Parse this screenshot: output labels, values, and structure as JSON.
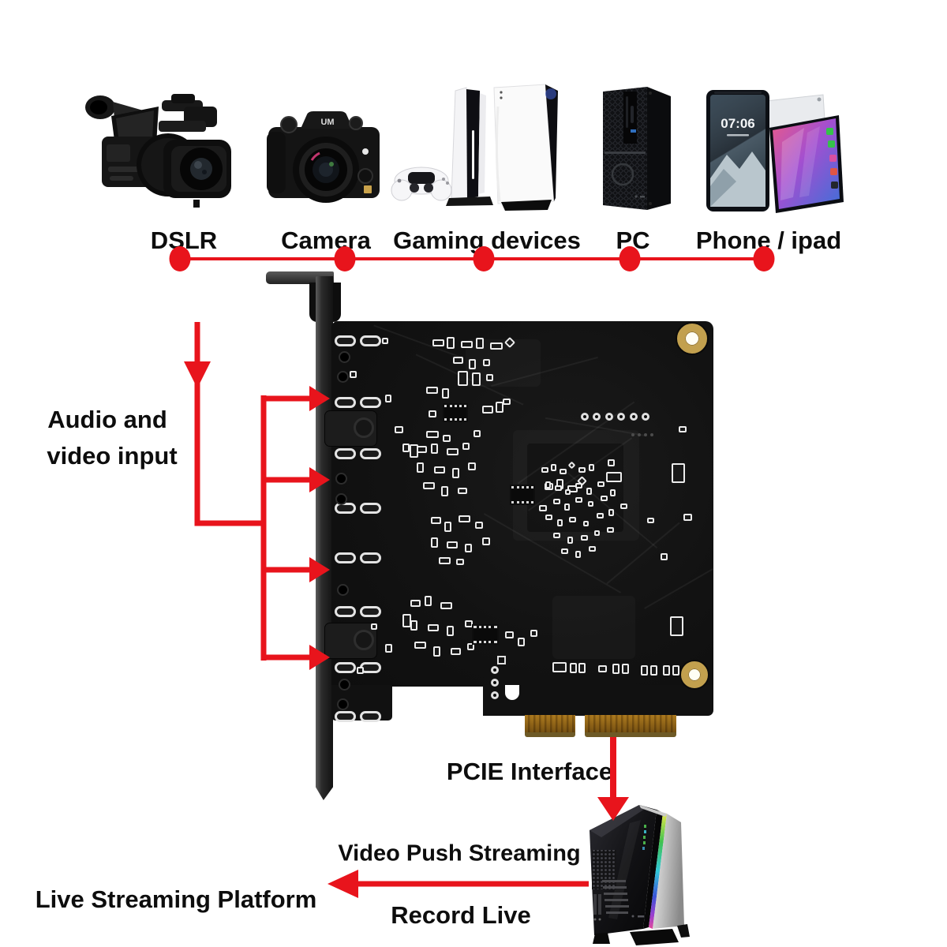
{
  "title": "PCIe capture card connection diagram",
  "colors": {
    "accent_red": "#e8141c",
    "dot_red": "#ea1b22",
    "gold": "#c2a04e",
    "pcb_black": "#121212"
  },
  "devices": [
    {
      "id": "dslr",
      "label": "DSLR"
    },
    {
      "id": "camera",
      "label": "Camera"
    },
    {
      "id": "gaming",
      "label": "Gaming devices"
    },
    {
      "id": "pc",
      "label": "PC"
    },
    {
      "id": "phone",
      "label": "Phone / ipad"
    }
  ],
  "input_label": {
    "line1": "Audio and",
    "line2": "video input"
  },
  "card_label": "PCIE Interface",
  "flow": {
    "push_label": "Video Push Streaming",
    "platform_label": "Live Streaming Platform",
    "record_label": "Record Live"
  },
  "phone_screen": {
    "time": "07:06"
  },
  "camera_badge": "UM"
}
